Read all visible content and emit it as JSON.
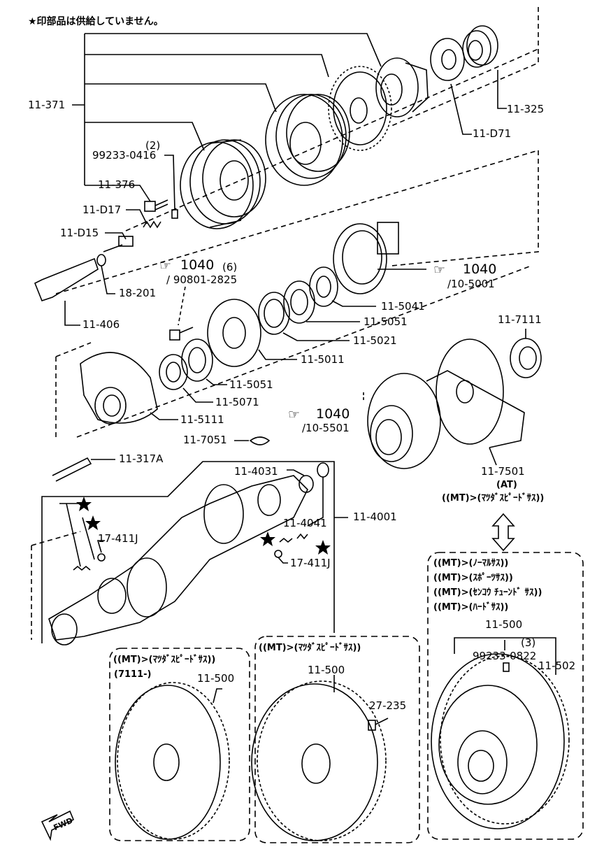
{
  "note": "★印部品は供給していません。",
  "callouts": {
    "p11_371": "11-371",
    "p99233_0416": "99233-0416",
    "qty2": "(2)",
    "p11_376": "11-376",
    "p11_D17": "11-D17",
    "p11_D15": "11-D15",
    "p18_201": "18-201",
    "p11_406": "11-406",
    "p11_325": "11-325",
    "p11_D71": "11-D71",
    "ref1040a": "1040",
    "qty6": "(6)",
    "p90801_2825": "/ 90801-2825",
    "ref1040b": "1040",
    "p10_5001": "/10-5001",
    "p11_5041": "11-5041",
    "p11_5051a": "11-5051",
    "p11_5021": "11-5021",
    "p11_5011": "11-5011",
    "p11_5051b": "11-5051",
    "p11_5071": "11-5071",
    "p11_5111": "11-5111",
    "p11_7111": "11-7111",
    "ref1040c": "1040",
    "p10_5501": "/10-5501",
    "p11_7051": "11-7051",
    "p11_317A": "11-317A",
    "p11_4031": "11-4031",
    "p11_4041": "11-4041",
    "p11_4001": "11-4001",
    "p17_411Ja": "17-411J",
    "p17_411Jb": "17-411J",
    "p11_7501": "11-7501",
    "at": "(AT)",
    "mt_mazdaspeed_a": "((MT)>(ﾏﾂﾀﾞｽﾋﾟｰﾄﾞｻｽ))",
    "box_right_l1": "((MT)>(ﾉｰﾏﾙｻｽ))",
    "box_right_l2": "((MT)>(ｽﾎﾟｰﾂｻｽ))",
    "box_right_l3": "((MT)>(ｾﾝｺｳ ﾁｭｰﾝﾄﾞ ｻｽ))",
    "box_right_l4": "((MT)>(ﾊｰﾄﾞｻｽ))",
    "p11_500c": "11-500",
    "qty3": "(3)",
    "p99233_0822": "99233-0822",
    "p11_502": "11-502",
    "box_mid_l1": "((MT)>(ﾏﾂﾀﾞｽﾋﾟｰﾄﾞｻｽ))",
    "p11_500b": "11-500",
    "p27_235": "27-235",
    "box_left_l1": "((MT)>(ﾏﾂﾀﾞｽﾋﾟｰﾄﾞｻｽ))",
    "box_left_l2": "(7111-)",
    "p11_500a": "11-500",
    "fwd": "FWD"
  }
}
